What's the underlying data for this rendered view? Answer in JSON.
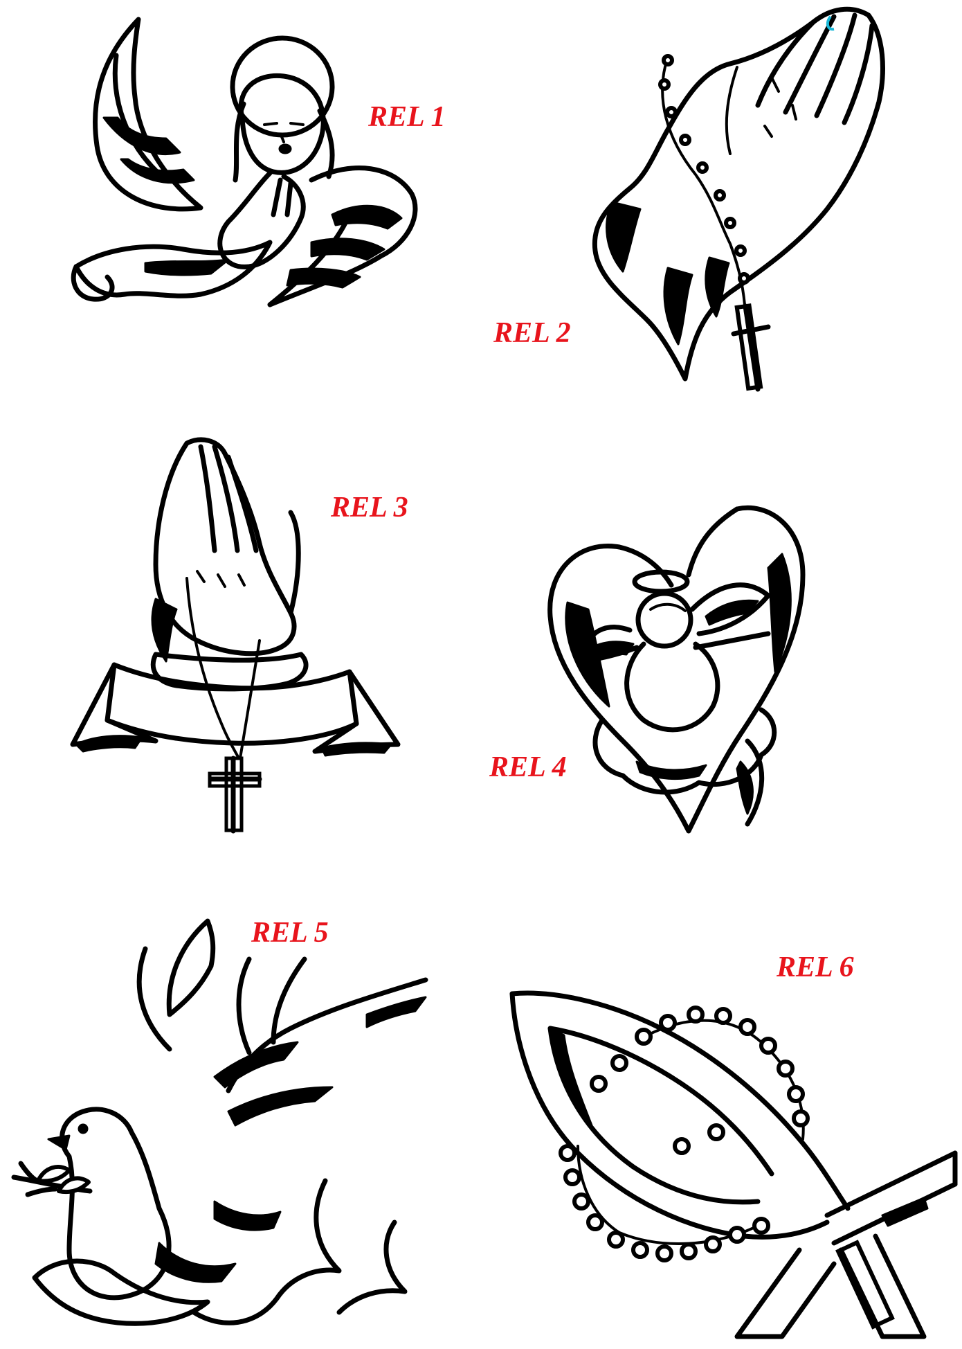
{
  "labels": {
    "rel1": "REL 1",
    "rel2": "REL 2",
    "rel3": "REL 3",
    "rel4": "REL 4",
    "rel5": "REL 5",
    "rel6": "REL 6"
  },
  "colors": {
    "label": "#e8141c",
    "ink": "#000000",
    "background": "#ffffff",
    "accent": "#19b8d8"
  },
  "icons": {
    "rel1": "praying-angel-with-halo-icon",
    "rel2": "praying-hands-with-rosary-icon",
    "rel3": "praying-hands-with-banner-and-cross-icon",
    "rel4": "cherub-in-heart-icon",
    "rel5": "dove-with-olive-branch-icon",
    "rel6": "ichthys-fish-with-rosary-icon"
  }
}
